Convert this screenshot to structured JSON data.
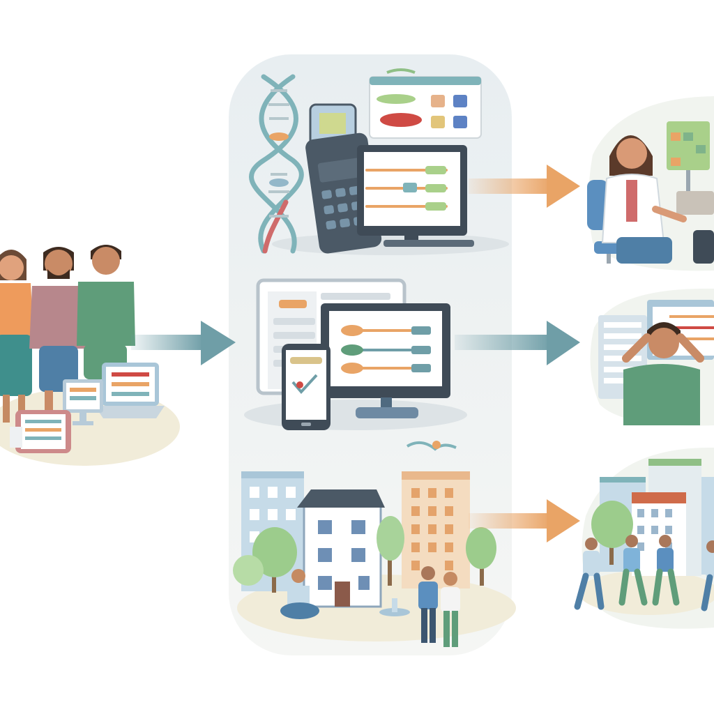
{
  "palette": {
    "background": "#ffffff",
    "panel": "#eef2f3",
    "ground": "#f1ecd9",
    "arrow_teal": "#6f9ea7",
    "arrow_orange": "#e9a466",
    "dark_slate": "#4b5966",
    "screen_border": "#3f4b57",
    "green_shirt": "#5f9d7a",
    "orange_shirt": "#ee9b5c",
    "mauve_shirt": "#b7878c",
    "blue_pants": "#4f7fa6",
    "building_blue": "#c6dbe8",
    "building_peach": "#f4dcc0",
    "tree_green": "#9ccc8c",
    "red_accent": "#cf4a44"
  },
  "panels": {
    "left_group": {
      "icons": [
        "person-icon",
        "person-icon",
        "person-icon",
        "laptop-icon",
        "monitor-icon",
        "tablet-icon"
      ]
    },
    "center_column": {
      "rows": [
        {
          "name": "genomic-analysis",
          "icons": [
            "dna-icon",
            "handheld-device-icon",
            "monitor-icon",
            "dashboard-icon"
          ]
        },
        {
          "name": "digital-platforms",
          "icons": [
            "monitor-icon",
            "smartphone-icon",
            "document-icon"
          ]
        },
        {
          "name": "community",
          "icons": [
            "building-icon",
            "tree-icon",
            "person-icon",
            "fountain-icon"
          ]
        }
      ]
    },
    "right_outcomes": [
      {
        "name": "clinician-consultation",
        "icons": [
          "doctor-icon",
          "chair-icon",
          "chart-board-icon"
        ]
      },
      {
        "name": "patient-screen-use",
        "icons": [
          "person-icon",
          "monitor-icon"
        ]
      },
      {
        "name": "community-walking",
        "icons": [
          "person-icon",
          "building-icon",
          "tree-icon"
        ]
      }
    ]
  },
  "arrows": [
    {
      "name": "arrow-group-to-center",
      "color": "#6f9ea7"
    },
    {
      "name": "arrow-to-clinician",
      "color": "#e9a466"
    },
    {
      "name": "arrow-to-patient",
      "color": "#6f9ea7"
    },
    {
      "name": "arrow-to-community",
      "color": "#e9a466"
    }
  ]
}
